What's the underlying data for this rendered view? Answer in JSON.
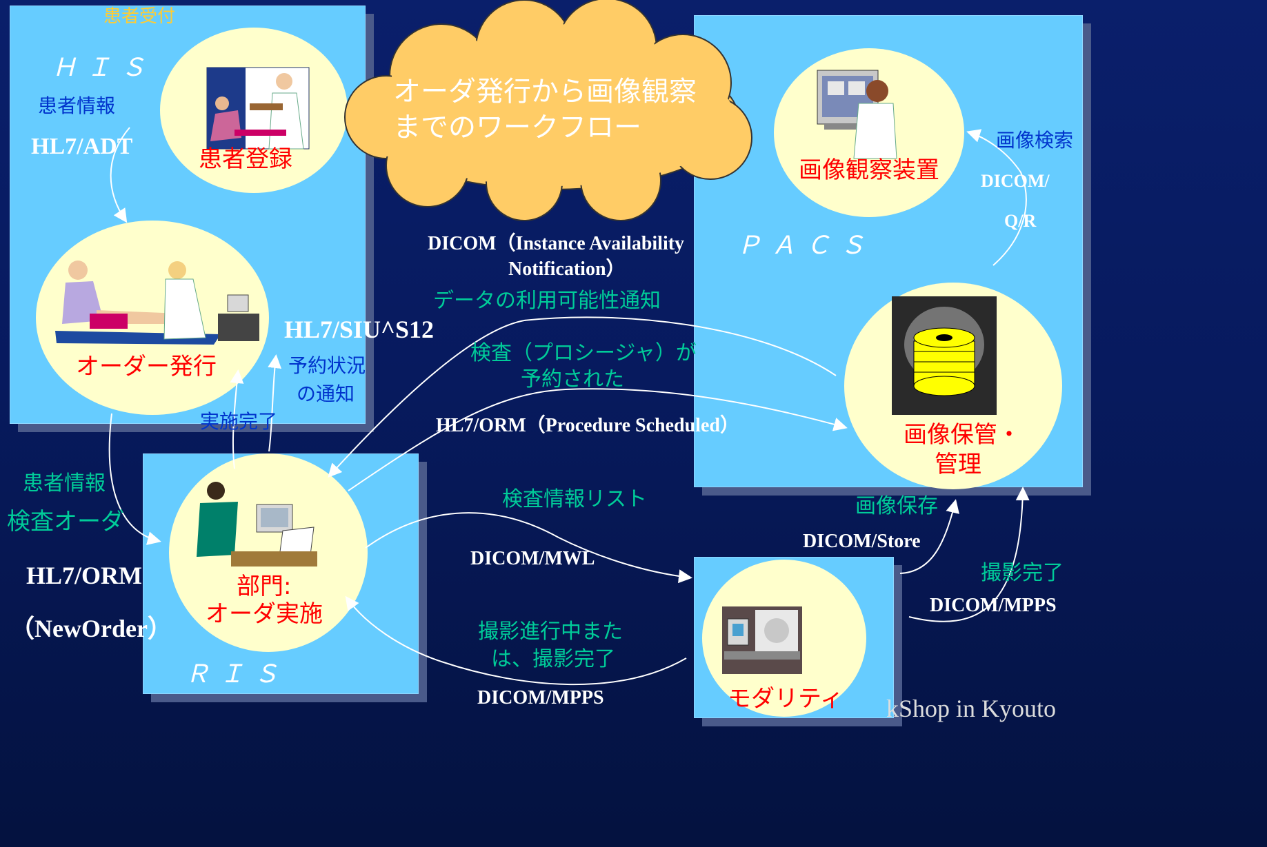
{
  "title_cloud": {
    "line1": "オーダ発行から画像観察",
    "line2": "までのワークフロー"
  },
  "his": {
    "label": "ＨＩＳ",
    "header": "患者受付",
    "patient_info": "患者情報",
    "protocol": "HL7/ADT"
  },
  "nodes": {
    "patient_registration": "患者登録",
    "order_issue": "オーダー発行",
    "department_line1": "部門:",
    "department_line2": "オーダ実施",
    "viewer": "画像観察装置",
    "archive_line1": "画像保管・",
    "archive_line2": "管理",
    "modality": "モダリティ"
  },
  "ris": {
    "label": "ＲＩＳ"
  },
  "pacs": {
    "label": "ＰＡＣＳ"
  },
  "edges": {
    "ris_notice": {
      "proto": "HL7/SIU^S12",
      "line1": "予約状況",
      "line2": "の通知"
    },
    "done": "実施完了",
    "order_to_ris": {
      "line1": "患者情報",
      "line2": "検査オーダ",
      "proto1": "HL7/ORM",
      "proto2": "（NewOrder）"
    },
    "ian": {
      "proto1": "DICOM（Instance Availability",
      "proto2": "Notification）",
      "label": "データの利用可能性通知"
    },
    "scheduled": {
      "line1": "検査（プロシージャ）が",
      "line2": "予約された",
      "proto": "HL7/ORM（Procedure Scheduled）"
    },
    "mwl": {
      "label": "検査情報リスト",
      "proto": "DICOM/MWL"
    },
    "mpps_ris": {
      "line1": "撮影進行中また",
      "line2": "は、撮影完了",
      "proto": "DICOM/MPPS"
    },
    "store": {
      "label": "画像保存",
      "proto": "DICOM/Store"
    },
    "mpps_pacs": {
      "label": "撮影完了",
      "proto": "DICOM/MPPS"
    },
    "qr": {
      "label": "画像検索",
      "proto1": "DICOM/",
      "proto2": "Q/R"
    }
  },
  "footer": "kShop in Kyouto"
}
